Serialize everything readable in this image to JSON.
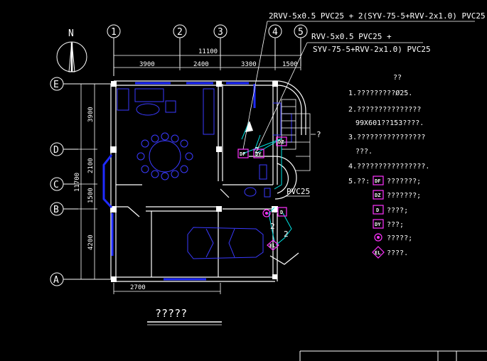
{
  "compass": {
    "north": "N"
  },
  "axes_top": [
    "1",
    "2",
    "3",
    "4",
    "5"
  ],
  "axes_left": [
    "E",
    "D",
    "C",
    "B",
    "A"
  ],
  "dims_top": {
    "total": "11100",
    "d1": "3900",
    "d2": "2400",
    "d3": "3300",
    "d4": "1500"
  },
  "dims_left": {
    "total": "11700",
    "d1": "3900",
    "d2": "2100",
    "d3": "1500",
    "d4": "4200"
  },
  "dims_bottom": {
    "d1": "2700"
  },
  "cables": {
    "c1": "2RVV-5x0.5 PVC25 + 2(SYV-75-5+RVV-2x1.0) PVC25",
    "c2a": "RVV-5x0.5 PVC25 +",
    "c2b": "SYV-75-5+RVV-2x1.0) PVC25",
    "c3": "PVC25",
    "q": "?"
  },
  "wire_counts": {
    "a": "2",
    "b": "2",
    "c": "2"
  },
  "symbols": {
    "df": "DF",
    "dy": "DY",
    "dz": "DZ",
    "d": "D",
    "el": "EL"
  },
  "title": "?????",
  "notes": {
    "heading": "??",
    "n1": "1.?????????Ø25.",
    "n2": "2.???????????????",
    "n2b": "99X601??153????.",
    "n3": "3.????????????????",
    "n3b": "???.",
    "n4": "4.????????????????.",
    "n5": "5.??:"
  },
  "legend": [
    {
      "sym": "DF",
      "text": "???????;"
    },
    {
      "sym": "DZ",
      "text": "???????;"
    },
    {
      "sym": "D",
      "text": "????;"
    },
    {
      "sym": "DY",
      "text": "???;"
    },
    {
      "sym": "",
      "text": "?????;"
    },
    {
      "sym": "EL",
      "text": "????."
    }
  ],
  "colors": {
    "wall": "#ffffff",
    "window": "#1f2bff",
    "furniture": "#3a3aff",
    "cable": "#00e5e5",
    "symbol": "#ff33ff",
    "bg": "#000000"
  }
}
